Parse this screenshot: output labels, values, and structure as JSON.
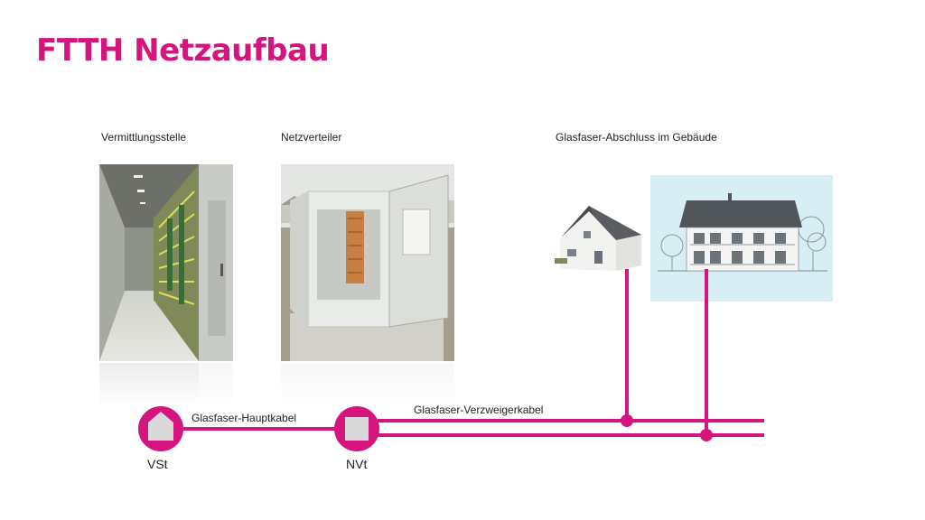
{
  "title": "FTTH Netzaufbau",
  "labels": {
    "exchange": "Vermittlungsstelle",
    "distributor": "Netzverteiler",
    "building_termination": "Glasfaser-Abschluss im Gebäude"
  },
  "nodes": {
    "vst": "VSt",
    "nvt": "NVt"
  },
  "cables": {
    "main": "Glasfaser-Hauptkabel",
    "branch": "Glasfaser-Verzweigerkabel"
  },
  "colors": {
    "accent": "#d4157d",
    "node_square": "#d9d9d9",
    "panel": "#d8eef5"
  },
  "icons": [
    "house-icon",
    "square-icon"
  ]
}
